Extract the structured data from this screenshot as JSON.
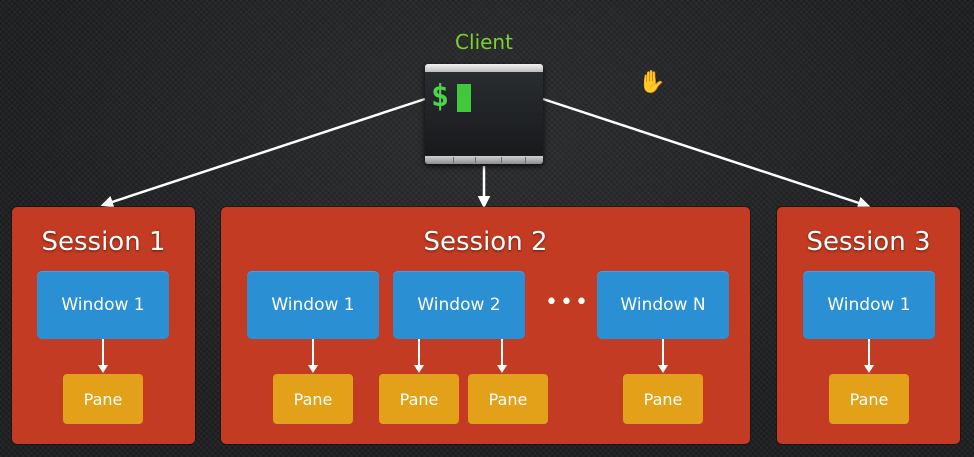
{
  "client": {
    "label": "Client",
    "prompt_symbol": "$"
  },
  "dots": "•••",
  "sessions": [
    {
      "title": "Session 1",
      "windows": [
        {
          "label": "Window 1",
          "panes": [
            "Pane"
          ]
        }
      ]
    },
    {
      "title": "Session 2",
      "windows": [
        {
          "label": "Window 1",
          "panes": [
            "Pane"
          ]
        },
        {
          "label": "Window 2",
          "panes": [
            "Pane",
            "Pane"
          ]
        },
        {
          "label": "Window N",
          "panes": [
            "Pane"
          ]
        }
      ]
    },
    {
      "title": "Session 3",
      "windows": [
        {
          "label": "Window 1",
          "panes": [
            "Pane"
          ]
        }
      ]
    }
  ],
  "colors": {
    "background": "#1e1f21",
    "session": "#c23b22",
    "window": "#2b8fd3",
    "pane": "#e3a019",
    "client_label": "#7dd12f",
    "arrow": "#ffffff"
  }
}
